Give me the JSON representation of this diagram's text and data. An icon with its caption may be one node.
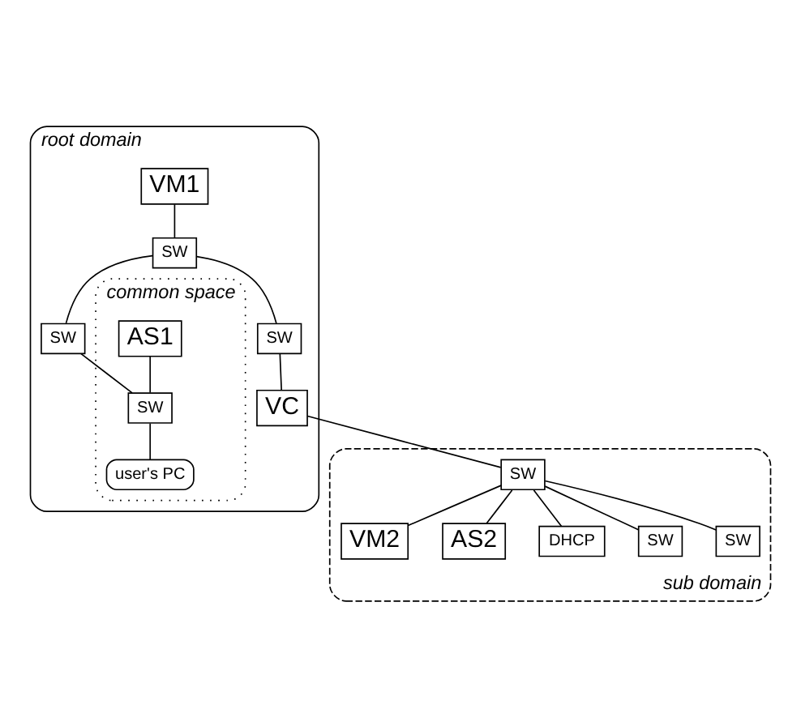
{
  "diagram": {
    "nodes": [
      {
        "text": [
          "root domain"
        ]
      },
      {
        "text": [
          "VM1"
        ],
        "in": 0
      },
      {
        "text": [
          "SW"
        ],
        "in": 0
      },
      {
        "text": [
          "SW"
        ],
        "in": 0
      },
      {
        "text": [
          "SW"
        ],
        "in": 0
      },
      {
        "text": [
          "VC"
        ],
        "in": 0
      },
      {
        "text": [
          "common space"
        ],
        "in": 0
      },
      {
        "text": [
          "AS1"
        ],
        "in": 6
      },
      {
        "text": [
          "SW"
        ],
        "in": 6
      },
      {
        "text": [
          "user's PC"
        ],
        "in": 6
      },
      {
        "text": [
          "sub domain"
        ]
      },
      {
        "text": [
          "SW"
        ],
        "in": 10
      },
      {
        "text": [
          "VM2"
        ],
        "in": 10
      },
      {
        "text": [
          "AS2"
        ],
        "in": 10
      },
      {
        "text": [
          "DHCP"
        ],
        "in": 10
      },
      {
        "text": [
          "SW"
        ],
        "in": 10
      },
      {
        "text": [
          "SW"
        ],
        "in": 10
      }
    ],
    "edges": [
      {
        "from": 1,
        "to": 2,
        "arrow": "none"
      },
      {
        "from": 2,
        "to": 3,
        "arrow": "none"
      },
      {
        "from": 2,
        "to": 4,
        "arrow": "none"
      },
      {
        "from": 3,
        "to": 5,
        "arrow": "none"
      },
      {
        "from": 4,
        "to": 8,
        "arrow": "none"
      },
      {
        "from": 7,
        "to": 8,
        "arrow": "none"
      },
      {
        "from": 8,
        "to": 9,
        "arrow": "none"
      },
      {
        "from": 5,
        "to": 11,
        "arrow": "none"
      },
      {
        "from": 11,
        "to": 12,
        "arrow": "none"
      },
      {
        "from": 11,
        "to": 13,
        "arrow": "none"
      },
      {
        "from": 11,
        "to": 14,
        "arrow": "none"
      },
      {
        "from": 11,
        "to": 15,
        "arrow": "none"
      },
      {
        "from": 11,
        "to": 16,
        "arrow": "none"
      }
    ]
  }
}
